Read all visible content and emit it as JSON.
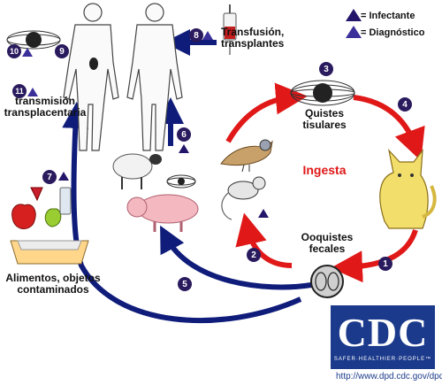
{
  "legend": {
    "infective_label": "= Infectante",
    "diagnostic_label": "= Diagnóstico",
    "infective_symbol": "i",
    "diagnostic_symbol": "d"
  },
  "labels": {
    "transfusion": "Transfusión,\ntransplantes",
    "transplacental": "transmisión\ntransplacentaria",
    "tissue_cysts": "Quistes\ntisulares",
    "ingestion": "Ingesta",
    "oocysts": "Ooquistes\nfecales",
    "food": "Alimentos, objetos\ncontaminados"
  },
  "steps": [
    "1",
    "2",
    "3",
    "4",
    "5",
    "6",
    "7",
    "8",
    "9",
    "10",
    "11"
  ],
  "logo": {
    "text": "CDC",
    "tagline": "SAFER·HEALTHIER·PEOPLE™"
  },
  "url": "http://www.dpd.cdc.gov/dpdx",
  "colors": {
    "red_arrow": "#e01818",
    "blue_arrow": "#0f1c7a",
    "step_circle": "#2a1a5e",
    "ingesta_text": "#e01818",
    "cdc_blue": "#1b3a8c"
  }
}
